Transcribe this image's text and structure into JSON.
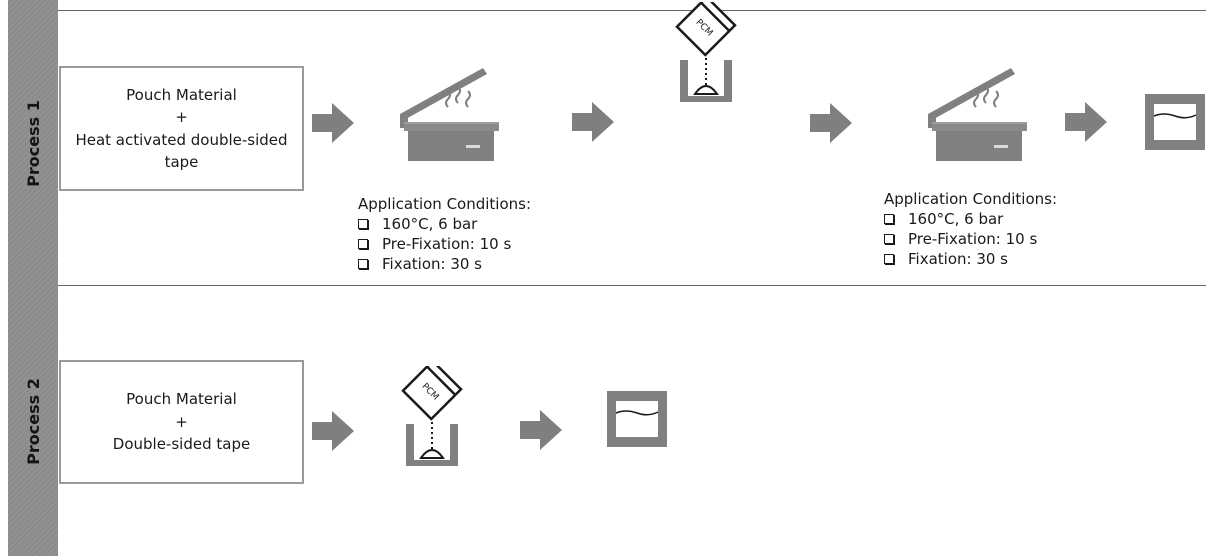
{
  "processes": [
    {
      "label": "Process 1",
      "box_lines": [
        "Pouch Material",
        "+",
        "Heat activated double-sided",
        "tape"
      ]
    },
    {
      "label": "Process 2",
      "box_lines": [
        "Pouch Material",
        "+",
        "Double-sided tape"
      ]
    }
  ],
  "pcm_label": "PCM",
  "conditions": {
    "title": "Application Conditions:",
    "items": [
      "160°C, 6 bar",
      "Pre-Fixation: 10 s",
      "Fixation: 30 s"
    ]
  },
  "colors": {
    "sidebar": "#8c8c8c",
    "icon_gray": "#808080",
    "arrow_gray": "#7f7f7f"
  },
  "icons": [
    "heat-press-icon",
    "pcm-filling-icon",
    "sealed-pouch-icon",
    "right-arrow-icon"
  ]
}
